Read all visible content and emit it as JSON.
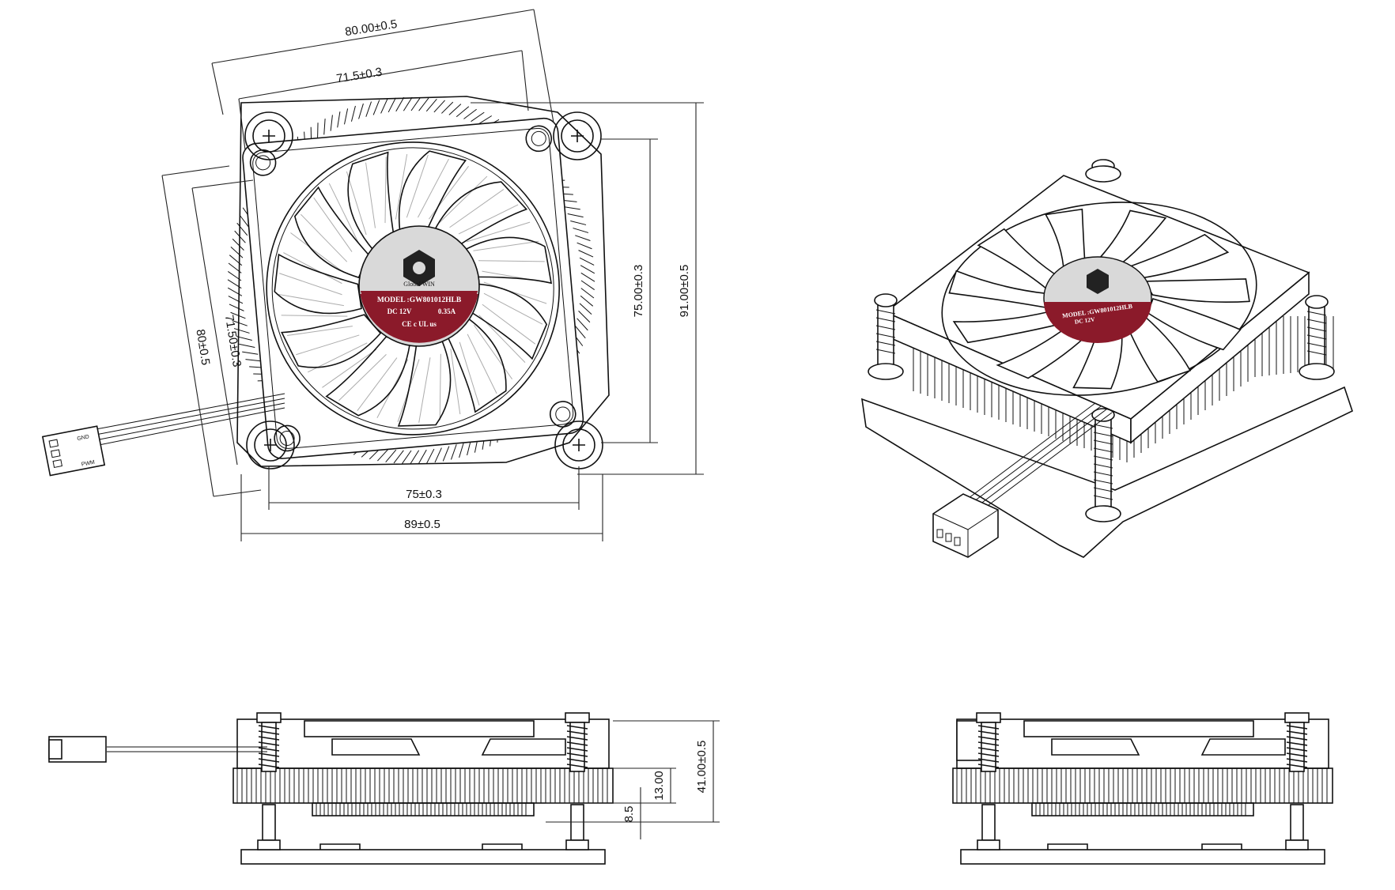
{
  "drawing": {
    "top_view": {
      "dims": {
        "fan_width": "80.00±0.5",
        "fan_hole_pitch": "71.5±0.3",
        "fan_height": "80±0.5",
        "fan_hole_pitch_v": "71.50±0.3",
        "mount_pitch_v": "75.00±0.3",
        "base_height": "91.00±0.5",
        "mount_pitch_h": "75±0.3",
        "base_width": "89±0.5"
      },
      "connector_marks": [
        "GND",
        "PWM"
      ]
    },
    "fan_label": {
      "brand": "Global WIN",
      "model": "MODEL :GW801012HLB",
      "voltage": "DC 12V",
      "current": "0.35A",
      "certs": "CE c UL us",
      "brand_color": "#8b1a2a",
      "label_upper_color": "#d9d9d9"
    },
    "side_view": {
      "dims": {
        "total_height": "41.00±0.5",
        "fin_height": "13.00",
        "base_gap": "8.5"
      }
    }
  }
}
